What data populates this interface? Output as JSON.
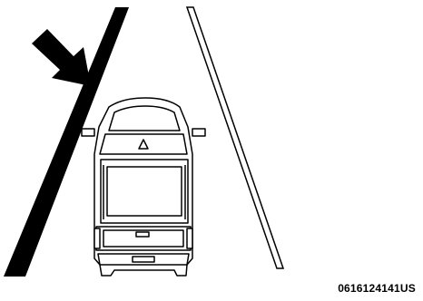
{
  "figure": {
    "code": "0616124141US",
    "elements": {
      "arrow_icon": "arrow-pointing-down-right",
      "vehicle_view": "rear-top-view-pickup-truck",
      "left_line_style": "thick-solid",
      "right_line_style": "double-outline"
    },
    "colors": {
      "ink": "#000000",
      "background": "#ffffff"
    }
  }
}
